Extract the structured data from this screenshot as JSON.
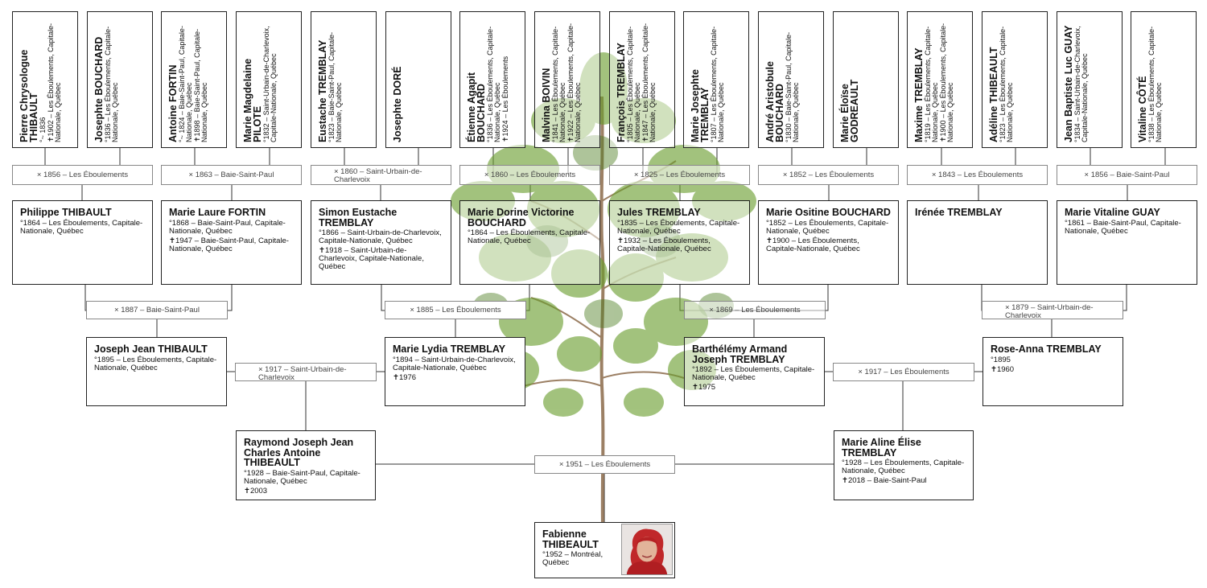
{
  "gen5": [
    {
      "name": "Pierre Chrysologue THIBAULT",
      "dates": [
        "°~ 1836",
        "✝1902 – Les Éboulements, Capitale-Nationale, Québec"
      ]
    },
    {
      "name": "Josephte BOUCHARD",
      "dates": [
        "°1836 – Les Éboulements, Capitale-Nationale, Québec"
      ]
    },
    {
      "name": "Antoine FORTIN",
      "dates": [
        "°~ 1824 – Baie-Saint-Paul, Capitale-Nationale, Québec",
        "✝1898 – Baie-Saint-Paul, Capitale-Nationale, Québec"
      ]
    },
    {
      "name": "Marie Magdelaine PILOTE",
      "dates": [
        "°1832 – Saint-Urbain-de-Charlevoix, Capitale-Nationale, Québec"
      ]
    },
    {
      "name": "Eustache TREMBLAY",
      "dates": [
        "°1823 – Baie-Saint-Paul, Capitale-Nationale, Québec"
      ]
    },
    {
      "name": "Josephte DORÉ",
      "dates": []
    },
    {
      "name": "Étienne Agapit BOUCHARD",
      "dates": [
        "°1836 – Les Éboulements, Capitale-Nationale, Québec",
        "✝1924 – Les Éboulements"
      ]
    },
    {
      "name": "Malvina BOIVIN",
      "dates": [
        "°1841 – Les Éboulements, Capitale-Nationale, Québec",
        "✝1922 – Les Éboulements, Capitale-Nationale, Québec"
      ]
    },
    {
      "name": "François TREMBLAY",
      "dates": [
        "°1805 – Les Éboulements, Capitale-Nationale, Québec",
        "✝1847 – Les Éboulements, Capitale-Nationale, Québec"
      ]
    },
    {
      "name": "Marie Josephte TREMBLAY",
      "dates": [
        "°1807 – Les Éboulements, Capitale-Nationale, Québec"
      ]
    },
    {
      "name": "André Aristobule BOUCHARD",
      "dates": [
        "°1830 – Baie-Saint-Paul, Capitale-Nationale, Québec"
      ]
    },
    {
      "name": "Marie Éloïse GODREAULT",
      "dates": []
    },
    {
      "name": "Maxime TREMBLAY",
      "dates": [
        "°1819 – Les Éboulements, Capitale-Nationale, Québec",
        "✝1900 – Les Éboulements, Capitale-Nationale, Québec"
      ]
    },
    {
      "name": "Adéline THIBEAULT",
      "dates": [
        "°1823 – Les Éboulements, Capitale-Nationale, Québec"
      ]
    },
    {
      "name": "Jean Baptiste Luc GUAY",
      "dates": [
        "°1834 – Saint-Urbain-de-Charlevoix, Capitale-Nationale, Québec"
      ]
    },
    {
      "name": "Vitaline CÔTÉ",
      "dates": [
        "°1838 – Les Éboulements, Capitale-Nationale, Québec"
      ]
    }
  ],
  "gen5_marriages": [
    "× 1856 – Les Éboulements",
    "× 1863 – Baie-Saint-Paul",
    "× 1860 – Saint-Urbain-de-Charlevoix",
    "× 1860 – Les Éboulements",
    "× 1825 – Les Éboulements",
    "× 1852 – Les Éboulements",
    "× 1843 – Les Éboulements",
    "× 1856 – Baie-Saint-Paul"
  ],
  "gen4": [
    {
      "name": "Philippe THIBAULT",
      "dates": [
        "°1864 – Les Éboulements, Capitale-Nationale, Québec"
      ]
    },
    {
      "name": "Marie Laure FORTIN",
      "dates": [
        "°1868 – Baie-Saint-Paul, Capitale-Nationale, Québec",
        "✝1947 – Baie-Saint-Paul, Capitale-Nationale, Québec"
      ]
    },
    {
      "name": "Simon Eustache TREMBLAY",
      "dates": [
        "°1866 – Saint-Urbain-de-Charlevoix, Capitale-Nationale, Québec",
        "✝1918 – Saint-Urbain-de-Charlevoix, Capitale-Nationale, Québec"
      ]
    },
    {
      "name": "Marie Dorine Victorine BOUCHARD",
      "dates": [
        "°1864 – Les Éboulements, Capitale-Nationale, Québec"
      ]
    },
    {
      "name": "Jules TREMBLAY",
      "dates": [
        "°1835 – Les Éboulements, Capitale-Nationale, Québec",
        "✝1932 – Les Éboulements, Capitale-Nationale, Québec"
      ]
    },
    {
      "name": "Marie Ositine BOUCHARD",
      "dates": [
        "°1852 – Les Éboulements, Capitale-Nationale, Québec",
        "✝1900 – Les Éboulements, Capitale-Nationale, Québec"
      ]
    },
    {
      "name": "Irénée TREMBLAY",
      "dates": []
    },
    {
      "name": "Marie Vitaline GUAY",
      "dates": [
        "°1861 – Baie-Saint-Paul, Capitale-Nationale, Québec"
      ]
    }
  ],
  "gen4_marriages": [
    "× 1887 – Baie-Saint-Paul",
    "× 1885 – Les Éboulements",
    "× 1869 – Les Éboulements",
    "× 1879 – Saint-Urbain-de-Charlevoix"
  ],
  "gen3": [
    {
      "name": "Joseph Jean THIBAULT",
      "dates": [
        "°1895 – Les Éboulements, Capitale-Nationale, Québec"
      ]
    },
    {
      "name": "Marie Lydia TREMBLAY",
      "dates": [
        "°1894 – Saint-Urbain-de-Charlevoix, Capitale-Nationale, Québec",
        "✝1976"
      ]
    },
    {
      "name": "Barthélémy Armand Joseph TREMBLAY",
      "dates": [
        "°1892 – Les Éboulements, Capitale-Nationale, Québec",
        "✝1975"
      ]
    },
    {
      "name": "Rose-Anna TREMBLAY",
      "dates": [
        "°1895",
        "✝1960"
      ]
    }
  ],
  "gen3_marriages": [
    "× 1917 – Saint-Urbain-de-Charlevoix",
    "× 1917 – Les Éboulements"
  ],
  "gen2": [
    {
      "name": "Raymond Joseph Jean Charles Antoine THIBEAULT",
      "dates": [
        "°1928 – Baie-Saint-Paul, Capitale-Nationale, Québec",
        "✝2003"
      ]
    },
    {
      "name": "Marie Aline Élise TREMBLAY",
      "dates": [
        "°1928 – Les Éboulements, Capitale-Nationale, Québec",
        "✝2018 – Baie-Saint-Paul"
      ]
    }
  ],
  "gen2_marriage": "× 1951 – Les Éboulements",
  "root": {
    "name": "Fabienne THIBEAULT",
    "dates": [
      "°1952 – Montréal, Québec"
    ],
    "photo": "portrait-photo"
  },
  "colors": {
    "border": "#222222",
    "connector": "#333333",
    "marriage_text": "#444444",
    "leaf_green": "#6a9e2e"
  }
}
